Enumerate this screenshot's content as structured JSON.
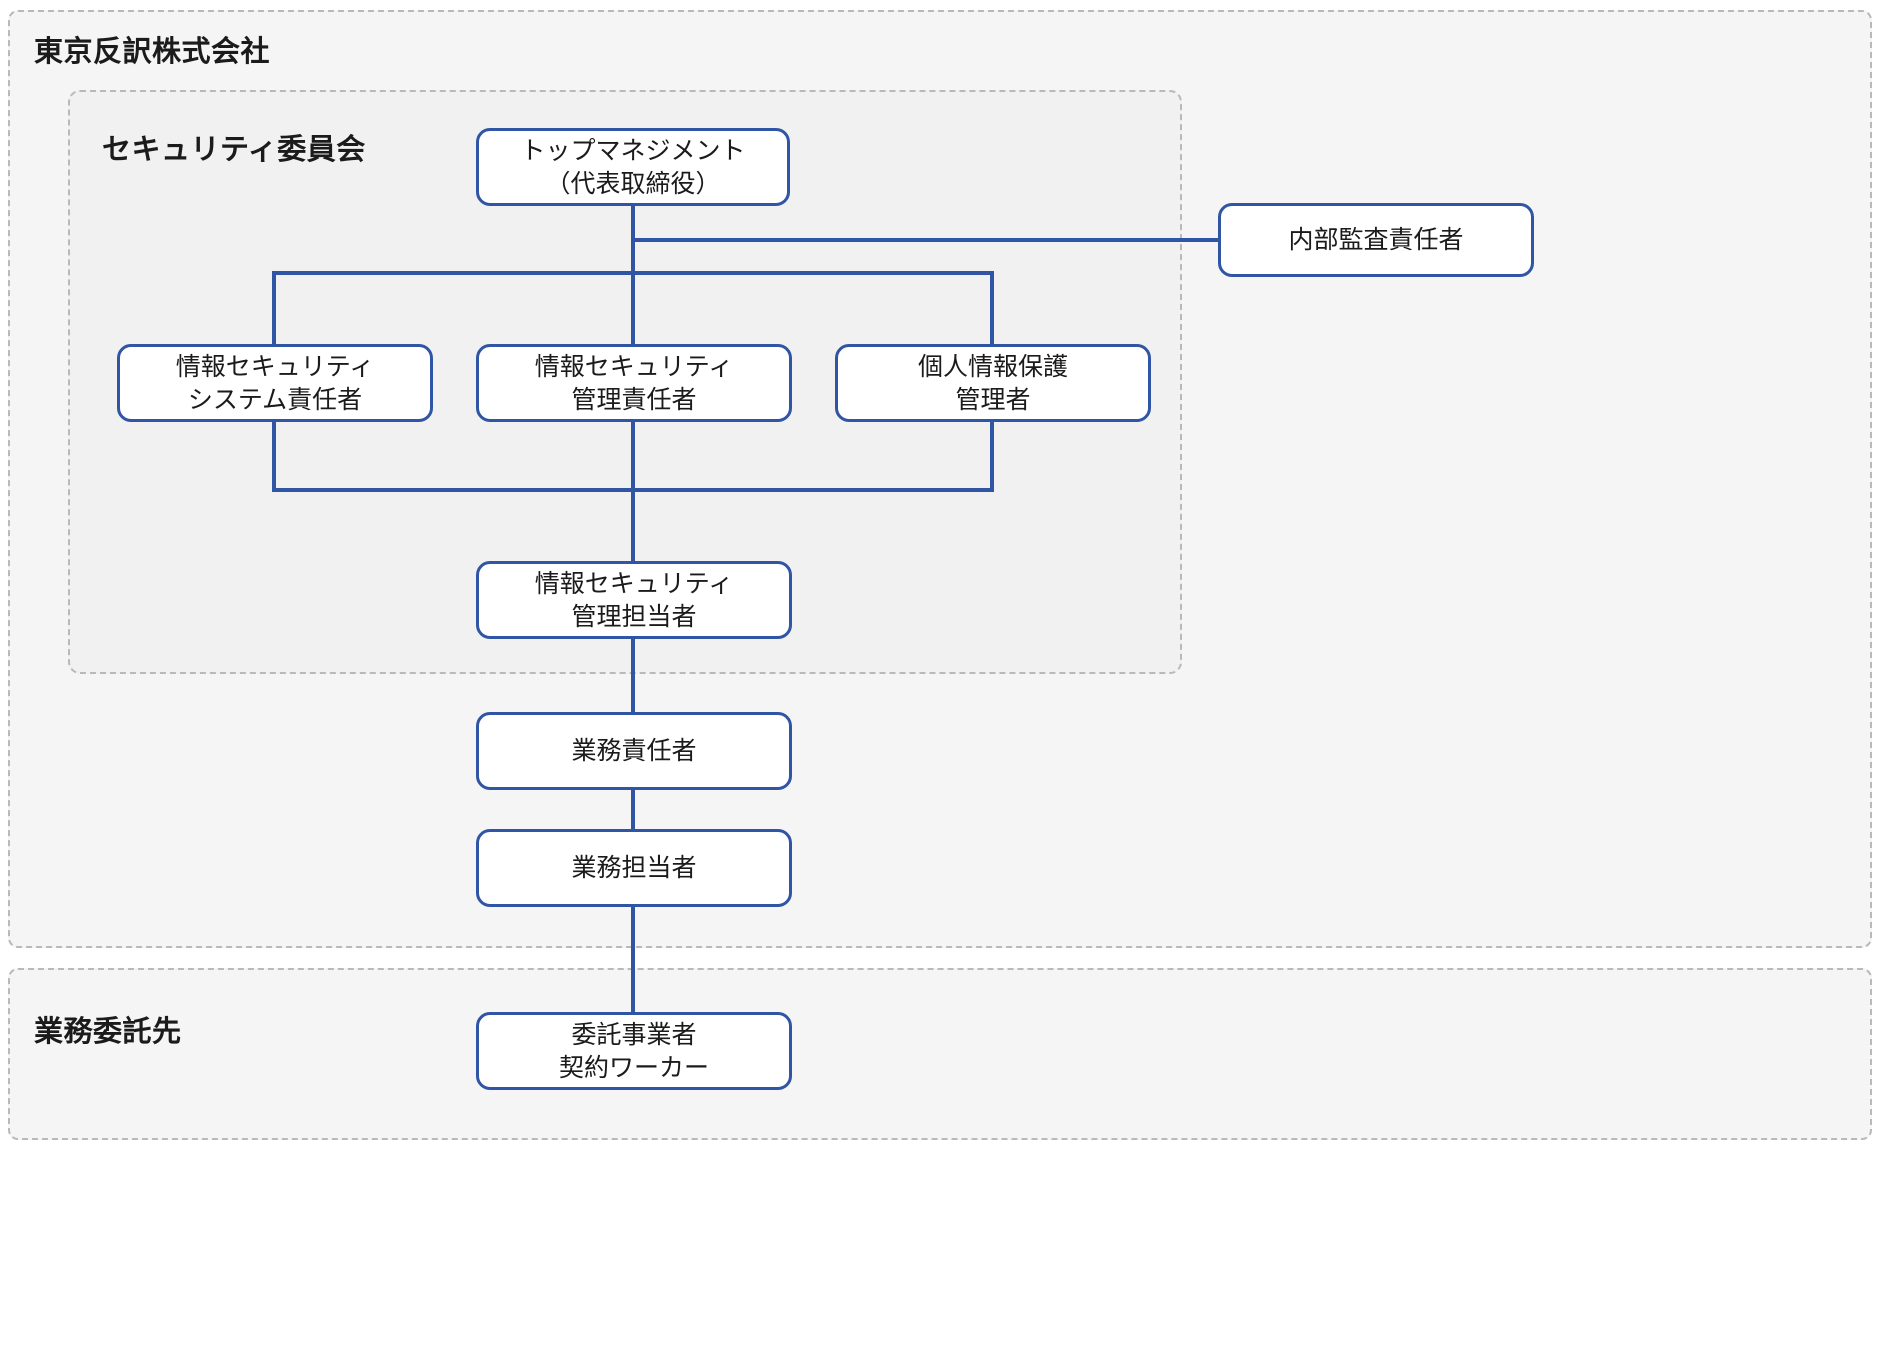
{
  "sections": {
    "company": {
      "title": "東京反訳株式会社"
    },
    "committee": {
      "title": "セキュリティ委員会"
    },
    "outsourcing": {
      "title": "業務委託先"
    }
  },
  "nodes": {
    "top_management": {
      "line1": "トップマネジメント",
      "line2": "（代表取締役）"
    },
    "internal_audit": {
      "line1": "内部監査責任者"
    },
    "infosec_system_manager": {
      "line1": "情報セキュリティ",
      "line2": "システム責任者"
    },
    "infosec_management_officer": {
      "line1": "情報セキュリティ",
      "line2": "管理責任者"
    },
    "privacy_manager": {
      "line1": "個人情報保護",
      "line2": "管理者"
    },
    "infosec_staff": {
      "line1": "情報セキュリティ",
      "line2": "管理担当者"
    },
    "business_manager": {
      "line1": "業務責任者"
    },
    "business_staff": {
      "line1": "業務担当者"
    },
    "contractor": {
      "line1": "委託事業者",
      "line2": "契約ワーカー"
    }
  },
  "colors": {
    "node_border": "#2f55a4",
    "connector": "#2f55a4",
    "dashed_border": "#b9b9b9",
    "section_bg": "#f5f5f5",
    "inner_bg": "#f1f1f1",
    "node_bg": "#ffffff",
    "text": "#1b1b1b"
  }
}
